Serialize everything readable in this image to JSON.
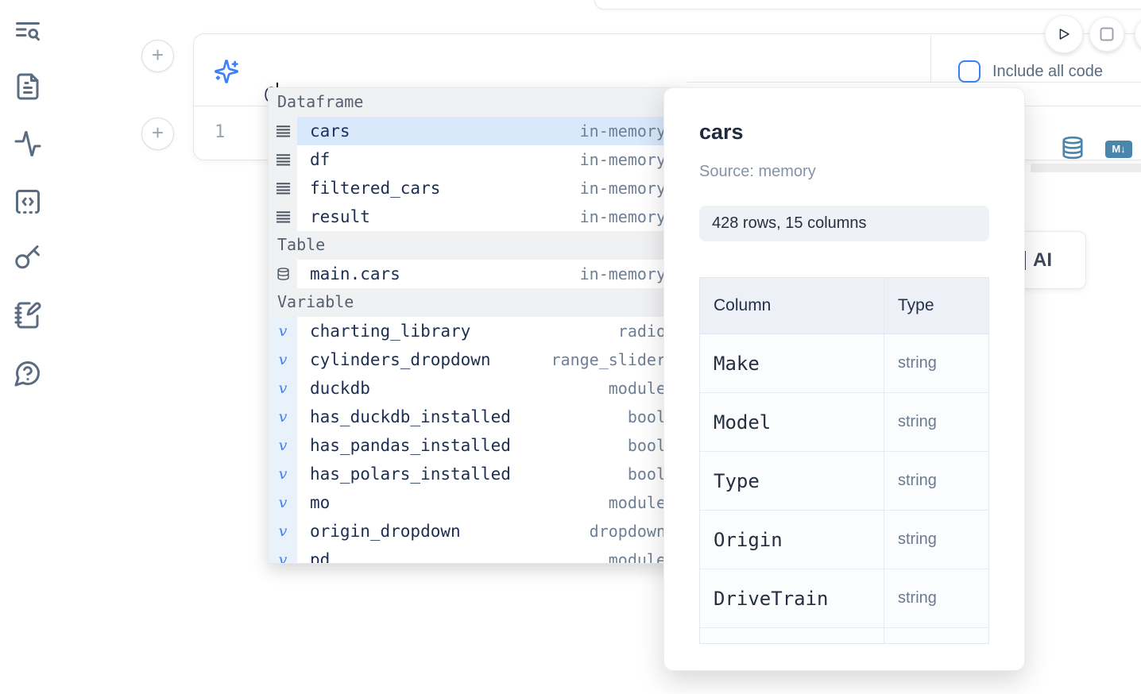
{
  "prompt": {
    "value": "@"
  },
  "editor": {
    "line_number": "1"
  },
  "toolbar": {
    "include_all_code_label": "Include all code"
  },
  "autocomplete": {
    "sections": [
      {
        "label": "Dataframe",
        "kind": "dataframe",
        "icon": "dataframe-rows-icon",
        "items": [
          {
            "name": "cars",
            "type": "in-memory",
            "selected": true
          },
          {
            "name": "df",
            "type": "in-memory"
          },
          {
            "name": "filtered_cars",
            "type": "in-memory"
          },
          {
            "name": "result",
            "type": "in-memory"
          }
        ]
      },
      {
        "label": "Table",
        "kind": "table",
        "icon": "database-icon",
        "items": [
          {
            "name": "main.cars",
            "type": "in-memory"
          }
        ]
      },
      {
        "label": "Variable",
        "kind": "variable",
        "icon": "variable-icon",
        "items": [
          {
            "name": "charting_library",
            "type": "radio"
          },
          {
            "name": "cylinders_dropdown",
            "type": "range_slider"
          },
          {
            "name": "duckdb",
            "type": "module"
          },
          {
            "name": "has_duckdb_installed",
            "type": "bool"
          },
          {
            "name": "has_pandas_installed",
            "type": "bool"
          },
          {
            "name": "has_polars_installed",
            "type": "bool"
          },
          {
            "name": "mo",
            "type": "module"
          },
          {
            "name": "origin_dropdown",
            "type": "dropdown"
          },
          {
            "name": "pd",
            "type": "module"
          }
        ]
      }
    ]
  },
  "preview": {
    "title": "cars",
    "source": "Source: memory",
    "shape_badge": "428 rows, 15 columns",
    "table": {
      "headers": [
        "Column",
        "Type"
      ],
      "rows": [
        {
          "column": "Make",
          "type": "string"
        },
        {
          "column": "Model",
          "type": "string"
        },
        {
          "column": "Type",
          "type": "string"
        },
        {
          "column": "Origin",
          "type": "string"
        },
        {
          "column": "DriveTrain",
          "type": "string"
        }
      ]
    }
  },
  "ai_button": {
    "visible_label": "AI"
  },
  "colors": {
    "accent_blue": "#3b82f6",
    "steel_blue": "#4a85ab",
    "selection_blue": "#d9e8fb",
    "icon_slate": "#5b6b80"
  }
}
